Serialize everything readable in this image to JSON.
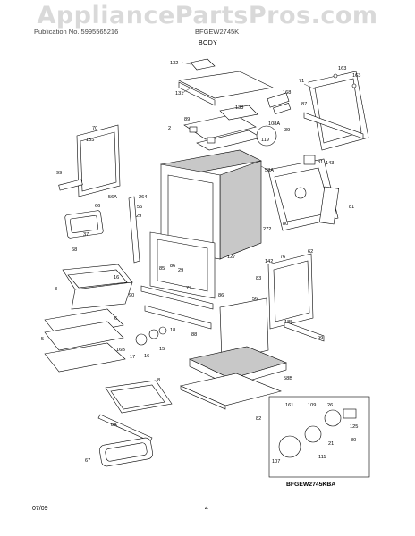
{
  "watermark": "AppliancePartsPros.com",
  "header": {
    "left": "Publication No. 5995565216",
    "right": "BFGEW2745K"
  },
  "section_title": "BODY",
  "reference_code": "BFGEW2745KBA",
  "footer": {
    "date": "07/09",
    "page_number": "4"
  },
  "callouts": [
    "132",
    "163",
    "163",
    "131",
    "71",
    "168",
    "87",
    "133",
    "89",
    "2",
    "108A",
    "39",
    "119",
    "185",
    "70",
    "58A",
    "81",
    "143",
    "99",
    "56A",
    "264",
    "55",
    "29",
    "66",
    "37",
    "68",
    "272",
    "80",
    "81",
    "76",
    "62",
    "127",
    "142",
    "86",
    "85",
    "29",
    "77",
    "16",
    "3",
    "90",
    "86",
    "56",
    "83",
    "6",
    "5",
    "18",
    "88",
    "185",
    "15",
    "17",
    "16",
    "16B",
    "99",
    "58B",
    "8",
    "82",
    "8A",
    "67",
    "161",
    "109",
    "26",
    "125",
    "21",
    "107",
    "111",
    "80"
  ]
}
